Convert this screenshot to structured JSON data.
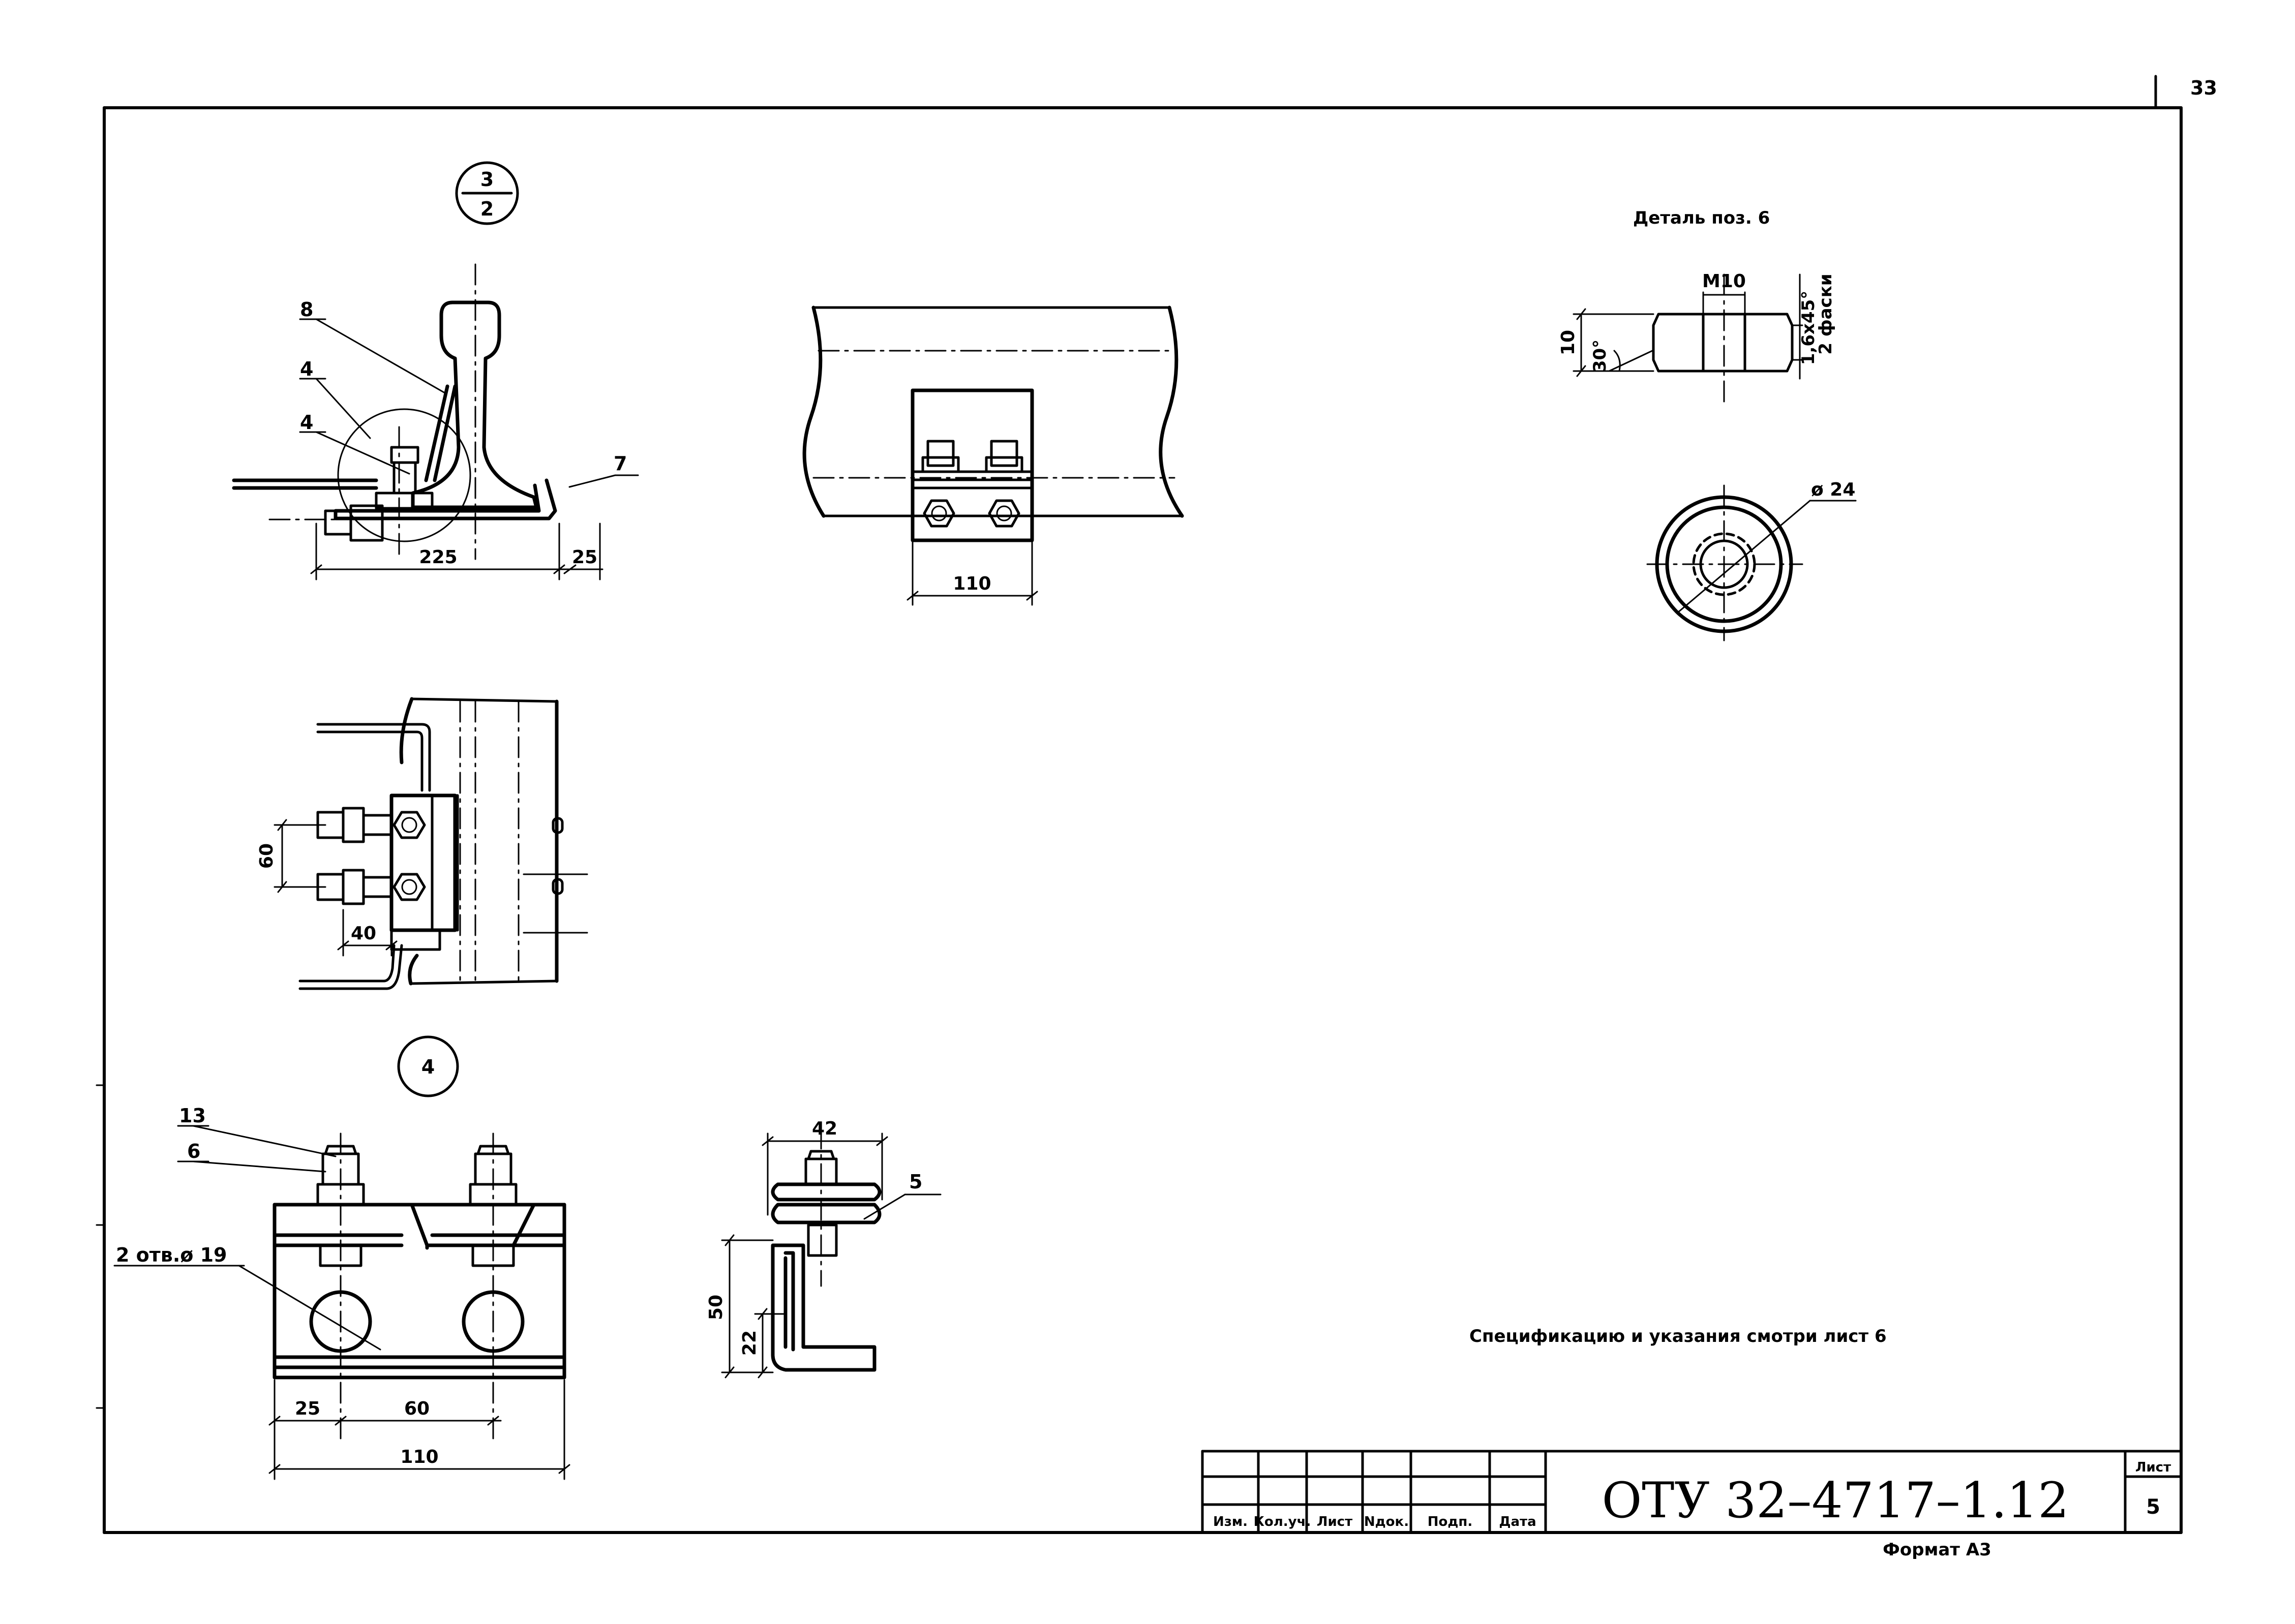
{
  "page_number": "33",
  "callouts": {
    "section_3_2": {
      "top": "3",
      "bottom": "2"
    },
    "view_4": "4"
  },
  "labels": {
    "pos_8": "8",
    "pos_4a": "4",
    "pos_4b": "4",
    "pos_7": "7",
    "pos_13": "13",
    "pos_6": "6",
    "pos_5": "5",
    "holes": "2 отв.ø 19"
  },
  "dimensions": {
    "d_225": "225",
    "d_25_top": "25",
    "d_110_top": "110",
    "d_60_side": "60",
    "d_40": "40",
    "d_25_bottom": "25",
    "d_60_bottom": "60",
    "d_110_bottom": "110",
    "d_42": "42",
    "d_50": "50",
    "d_22": "22"
  },
  "detail": {
    "title": "Деталь поз. 6",
    "thread": "M10",
    "height": "10",
    "angle": "30°",
    "chamfer_1": "1,6x45°",
    "chamfer_2": "2 фаски",
    "diameter": "ø 24"
  },
  "note": "Спецификацию и указания смотри лист 6",
  "title_block": {
    "headers": [
      "Изм.",
      "Кол.уч.",
      "Лист",
      "Nдок.",
      "Подп.",
      "Дата"
    ],
    "code": "ОТУ 32–4717–1.12",
    "sheet_label": "Лист",
    "sheet_number": "5",
    "format": "Формат А3"
  }
}
